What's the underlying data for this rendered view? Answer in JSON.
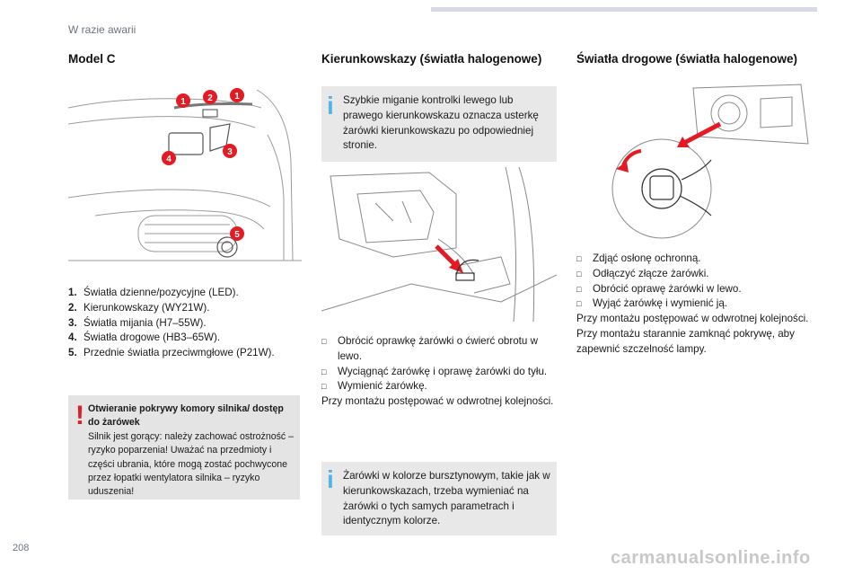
{
  "header": {
    "section": "W razie awarii"
  },
  "col1": {
    "title": "Model C",
    "callouts": [
      "1",
      "2",
      "1",
      "3",
      "4",
      "5"
    ],
    "items": [
      {
        "num": "1.",
        "text": "Światła dzienne/pozycyjne (LED)."
      },
      {
        "num": "2.",
        "text": "Kierunkowskazy (WY21W)."
      },
      {
        "num": "3.",
        "text": "Światła mijania (H7–55W)."
      },
      {
        "num": "4.",
        "text": "Światła drogowe (HB3–65W)."
      },
      {
        "num": "5.",
        "text": "Przednie światła przeciwmgłowe (P21W)."
      }
    ],
    "warning": {
      "title": "Otwieranie pokrywy komory silnika/ dostęp do żarówek",
      "text": "Silnik jest gorący: należy zachować ostrożność – ryzyko poparzenia! Uważać na przedmioty i części ubrania, które mogą zostać pochwycone przez łopatki wentylatora silnika – ryzyko uduszenia!"
    }
  },
  "col2": {
    "title": "Kierunkowskazy (światła halogenowe)",
    "info1": "Szybkie miganie kontrolki lewego lub prawego kierunkowskazu oznacza usterkę żarówki kierunkowskazu po odpowiedniej stronie.",
    "steps": [
      "Obrócić oprawkę żarówki o ćwierć obrotu w lewo.",
      "Wyciągnąć żarówkę i oprawę żarówki do tyłu.",
      "Wymienić żarówkę."
    ],
    "note": "Przy montażu postępować w odwrotnej kolejności.",
    "info2": "Żarówki w kolorze bursztynowym, takie jak w kierunkowskazach, trzeba wymieniać na żarówki o tych samych parametrach i identycznym kolorze."
  },
  "col3": {
    "title": "Światła drogowe (światła halogenowe)",
    "steps": [
      "Zdjąć osłonę ochronną.",
      "Odłączyć złącze żarówki.",
      "Obrócić oprawę żarówki w lewo.",
      "Wyjąć żarówkę i wymienić ją."
    ],
    "note": "Przy montażu postępować w odwrotnej kolejności. Przy montażu starannie zamknąć pokrywę, aby zapewnić szczelność lampy."
  },
  "footer": {
    "page": "208",
    "watermark": "carmanualsonline.info"
  },
  "colors": {
    "accent_red": "#e21b24",
    "info_blue": "#55b3e6",
    "box_gray": "#e4e4e4"
  },
  "icons": {
    "warning": "exclamation-icon",
    "info": "info-icon",
    "step": "checkbox-icon"
  }
}
